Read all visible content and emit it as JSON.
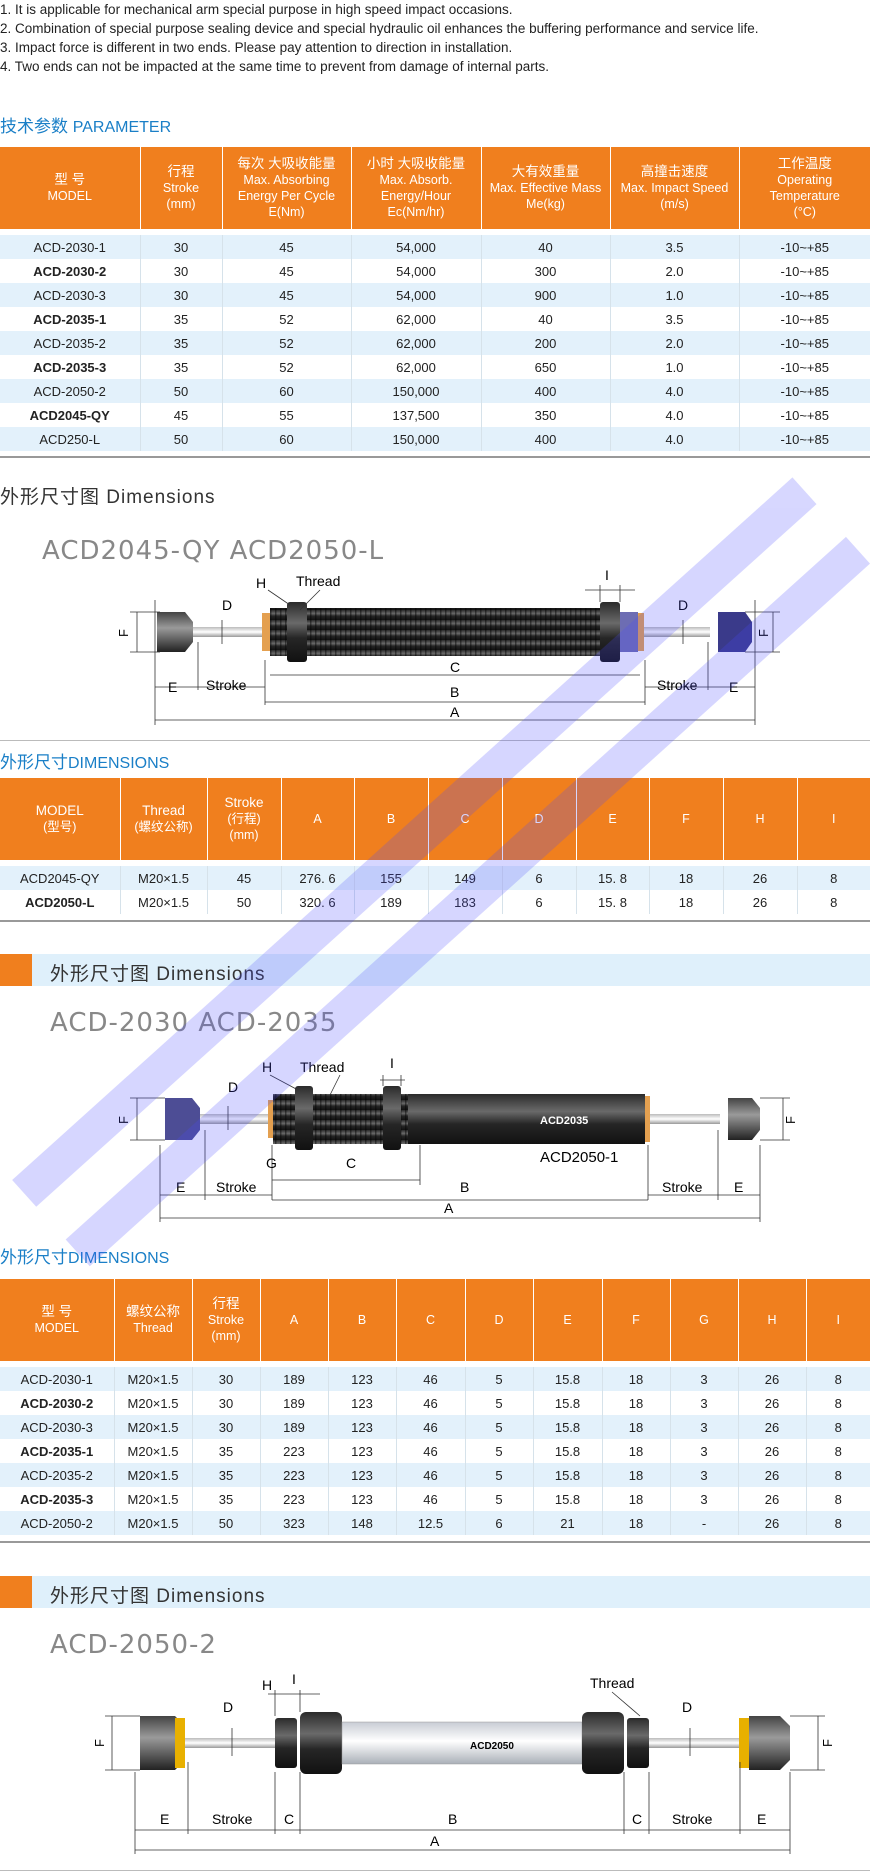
{
  "notes": [
    "1. It is applicable for mechanical arm special purpose in high speed impact occasions.",
    "2. Combination of special purpose sealing device and special hydraulic oil enhances the buffering performance and service life.",
    "3. Impact force is different in two ends.  Please pay attention to direction in installation.",
    "4. Two ends can not be impacted at the same time to prevent from damage of internal parts."
  ],
  "parameter": {
    "title_cn": "技术参数",
    "title_en": "PARAMETER",
    "headers": [
      [
        "型 号",
        "MODEL"
      ],
      [
        "行程",
        "Stroke",
        "(mm)"
      ],
      [
        "每次  大吸收能量",
        "Max. Absorbing",
        "Energy Per Cycle",
        "E(Nm)"
      ],
      [
        "小时  大吸收能量",
        "Max. Absorb.",
        "Energy/Hour",
        "Ec(Nm/hr)"
      ],
      [
        "大有效重量",
        "Max. Effective Mass",
        "Me(kg)"
      ],
      [
        "高撞击速度",
        "Max. Impact Speed",
        "(m/s)"
      ],
      [
        "工作温度",
        "Operating",
        "Temperature",
        "(°C)"
      ]
    ],
    "rows": [
      [
        "ACD-2030-1",
        "30",
        "45",
        "54,000",
        "40",
        "3.5",
        "-10~+85"
      ],
      [
        "ACD-2030-2",
        "30",
        "45",
        "54,000",
        "300",
        "2.0",
        "-10~+85"
      ],
      [
        "ACD-2030-3",
        "30",
        "45",
        "54,000",
        "900",
        "1.0",
        "-10~+85"
      ],
      [
        "ACD-2035-1",
        "35",
        "52",
        "62,000",
        "40",
        "3.5",
        "-10~+85"
      ],
      [
        "ACD-2035-2",
        "35",
        "52",
        "62,000",
        "200",
        "2.0",
        "-10~+85"
      ],
      [
        "ACD-2035-3",
        "35",
        "52",
        "62,000",
        "650",
        "1.0",
        "-10~+85"
      ],
      [
        "ACD-2050-2",
        "50",
        "60",
        "150,000",
        "400",
        "4.0",
        "-10~+85"
      ],
      [
        "ACD2045-QY",
        "45",
        "55",
        "137,500",
        "350",
        "4.0",
        "-10~+85"
      ],
      [
        "ACD250-L",
        "50",
        "60",
        "150,000",
        "400",
        "4.0",
        "-10~+85"
      ]
    ]
  },
  "dim1": {
    "title": "外形尺寸图 Dimensions",
    "models": "ACD2045-QY    ACD2050-L",
    "labels": {
      "H": "H",
      "Thread": "Thread",
      "I": "I",
      "D": "D",
      "F": "F",
      "C": "C",
      "E": "E",
      "Stroke": "Stroke",
      "B": "B",
      "A": "A"
    }
  },
  "table1": {
    "title_cn": "外形尺寸",
    "title_en": "DIMENSIONS",
    "headers": [
      [
        "MODEL",
        "(型号)"
      ],
      [
        "Thread",
        "(螺纹公称)"
      ],
      [
        "Stroke",
        "(行程)",
        "(mm)"
      ],
      [
        "A"
      ],
      [
        "B"
      ],
      [
        "C"
      ],
      [
        "D"
      ],
      [
        "E"
      ],
      [
        "F"
      ],
      [
        "H"
      ],
      [
        "I"
      ]
    ],
    "rows": [
      [
        "ACD2045-QY",
        "M20×1.5",
        "45",
        "276. 6",
        "155",
        "149",
        "6",
        "15. 8",
        "18",
        "26",
        "8"
      ],
      [
        "ACD2050-L",
        "M20×1.5",
        "50",
        "320. 6",
        "189",
        "183",
        "6",
        "15. 8",
        "18",
        "26",
        "8"
      ]
    ]
  },
  "dim2": {
    "title": "外形尺寸图 Dimensions",
    "models": "ACD-2030   ACD-2035",
    "body_label": "ACD2035",
    "sub_label": "ACD2050-1",
    "labels": {
      "H": "H",
      "Thread": "Thread",
      "I": "I",
      "D": "D",
      "F": "F",
      "G": "G",
      "C": "C",
      "E": "E",
      "Stroke": "Stroke",
      "B": "B",
      "A": "A"
    }
  },
  "table2": {
    "title_cn": "外形尺寸",
    "title_en": "DIMENSIONS",
    "headers": [
      [
        "型 号",
        "MODEL"
      ],
      [
        "螺纹公称",
        "Thread"
      ],
      [
        "行程",
        "Stroke",
        "(mm)"
      ],
      [
        "A"
      ],
      [
        "B"
      ],
      [
        "C"
      ],
      [
        "D"
      ],
      [
        "E"
      ],
      [
        "F"
      ],
      [
        "G"
      ],
      [
        "H"
      ],
      [
        "I"
      ]
    ],
    "rows": [
      [
        "ACD-2030-1",
        "M20×1.5",
        "30",
        "189",
        "123",
        "46",
        "5",
        "15.8",
        "18",
        "3",
        "26",
        "8"
      ],
      [
        "ACD-2030-2",
        "M20×1.5",
        "30",
        "189",
        "123",
        "46",
        "5",
        "15.8",
        "18",
        "3",
        "26",
        "8"
      ],
      [
        "ACD-2030-3",
        "M20×1.5",
        "30",
        "189",
        "123",
        "46",
        "5",
        "15.8",
        "18",
        "3",
        "26",
        "8"
      ],
      [
        "ACD-2035-1",
        "M20×1.5",
        "35",
        "223",
        "123",
        "46",
        "5",
        "15.8",
        "18",
        "3",
        "26",
        "8"
      ],
      [
        "ACD-2035-2",
        "M20×1.5",
        "35",
        "223",
        "123",
        "46",
        "5",
        "15.8",
        "18",
        "3",
        "26",
        "8"
      ],
      [
        "ACD-2035-3",
        "M20×1.5",
        "35",
        "223",
        "123",
        "46",
        "5",
        "15.8",
        "18",
        "3",
        "26",
        "8"
      ],
      [
        "ACD-2050-2",
        "M20×1.5",
        "50",
        "323",
        "148",
        "12.5",
        "6",
        "21",
        "18",
        "-",
        "26",
        "8"
      ]
    ]
  },
  "dim3": {
    "title": "外形尺寸图 Dimensions",
    "models": "ACD-2050-2",
    "body_label": "ACD2050",
    "labels": {
      "H": "H",
      "I": "I",
      "Thread": "Thread",
      "D": "D",
      "F": "F",
      "E": "E",
      "Stroke": "Stroke",
      "C": "C",
      "B": "B",
      "A": "A"
    }
  },
  "colors": {
    "orange": "#f07f1e",
    "blue_text": "#1a7fc7",
    "row_blue": "#e3f1fb",
    "band": "#dff0fb"
  }
}
